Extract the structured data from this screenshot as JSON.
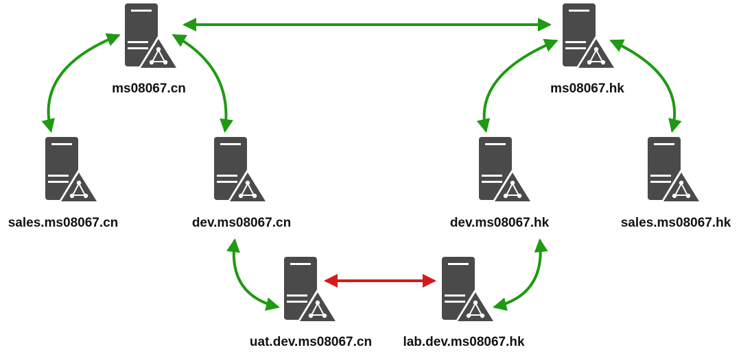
{
  "colors": {
    "server": "#4a4a4a",
    "server_slot": "#ffffff",
    "link_trust": "#1f9a12",
    "link_blocked": "#d41a1a",
    "label": "#111111"
  },
  "icon": "server-domain-controller-icon",
  "nodes": [
    {
      "id": "ms08067-cn",
      "label": "ms08067.cn"
    },
    {
      "id": "ms08067-hk",
      "label": "ms08067.hk"
    },
    {
      "id": "sales-ms08067-cn",
      "label": "sales.ms08067.cn"
    },
    {
      "id": "dev-ms08067-cn",
      "label": "dev.ms08067.cn"
    },
    {
      "id": "dev-ms08067-hk",
      "label": "dev.ms08067.hk"
    },
    {
      "id": "sales-ms08067-hk",
      "label": "sales.ms08067.hk"
    },
    {
      "id": "uat-dev-ms08067-cn",
      "label": "uat.dev.ms08067.cn"
    },
    {
      "id": "lab-dev-ms08067-hk",
      "label": "lab.dev.ms08067.hk"
    }
  ],
  "links": [
    {
      "from": "ms08067-cn",
      "to": "ms08067-hk",
      "kind": "trust"
    },
    {
      "from": "ms08067-cn",
      "to": "sales-ms08067-cn",
      "kind": "trust"
    },
    {
      "from": "ms08067-cn",
      "to": "dev-ms08067-cn",
      "kind": "trust"
    },
    {
      "from": "ms08067-hk",
      "to": "dev-ms08067-hk",
      "kind": "trust"
    },
    {
      "from": "ms08067-hk",
      "to": "sales-ms08067-hk",
      "kind": "trust"
    },
    {
      "from": "dev-ms08067-cn",
      "to": "uat-dev-ms08067-cn",
      "kind": "trust"
    },
    {
      "from": "dev-ms08067-hk",
      "to": "lab-dev-ms08067-hk",
      "kind": "trust"
    },
    {
      "from": "uat-dev-ms08067-cn",
      "to": "lab-dev-ms08067-hk",
      "kind": "blocked"
    }
  ]
}
